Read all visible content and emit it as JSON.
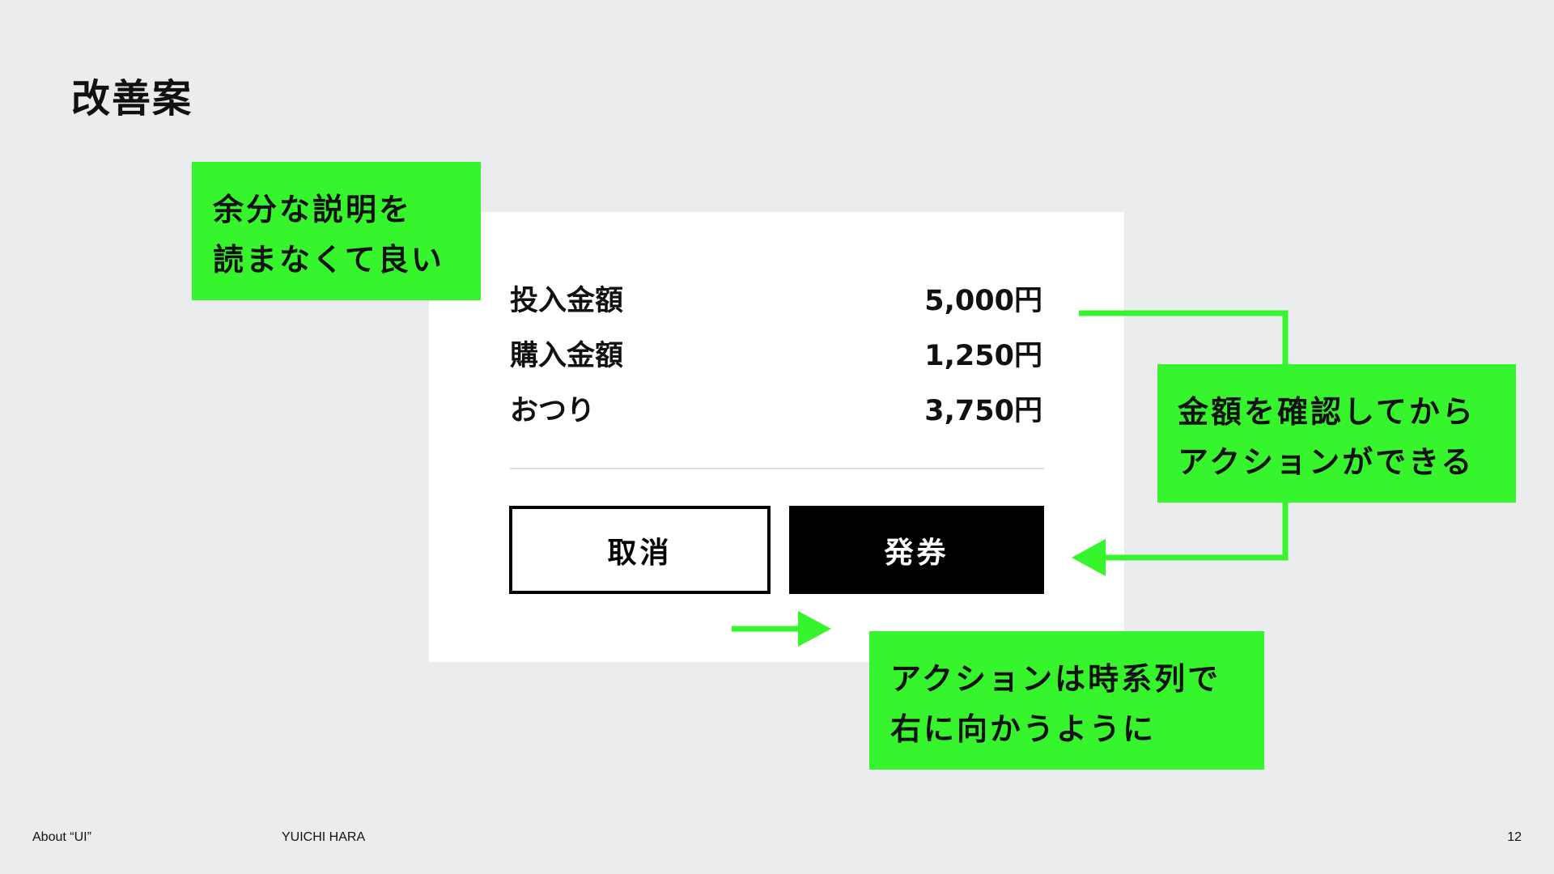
{
  "slide": {
    "title": "改善案",
    "footer": {
      "left": "About “UI”",
      "author": "YUICHI HARA",
      "page_number": "12"
    }
  },
  "receipt": {
    "rows": [
      {
        "label": "投入金額",
        "value": "5,000円"
      },
      {
        "label": "購入金額",
        "value": "1,250円"
      },
      {
        "label": "おつり",
        "value": "3,750円"
      }
    ],
    "buttons": {
      "cancel": "取消",
      "issue": "発券"
    }
  },
  "callouts": {
    "no_explanation": [
      "余分な説明を",
      "読まなくて良い"
    ],
    "confirm_then_act": [
      "金額を確認してから",
      "アクションができる"
    ],
    "time_order": [
      "アクションは時系列で",
      "右に向かうように"
    ]
  },
  "colors": {
    "background": "#ebecee",
    "card": "#ffffff",
    "callout_green": "#37f52c",
    "arrow_green": "#37f52c",
    "primary_button": "#000000"
  }
}
